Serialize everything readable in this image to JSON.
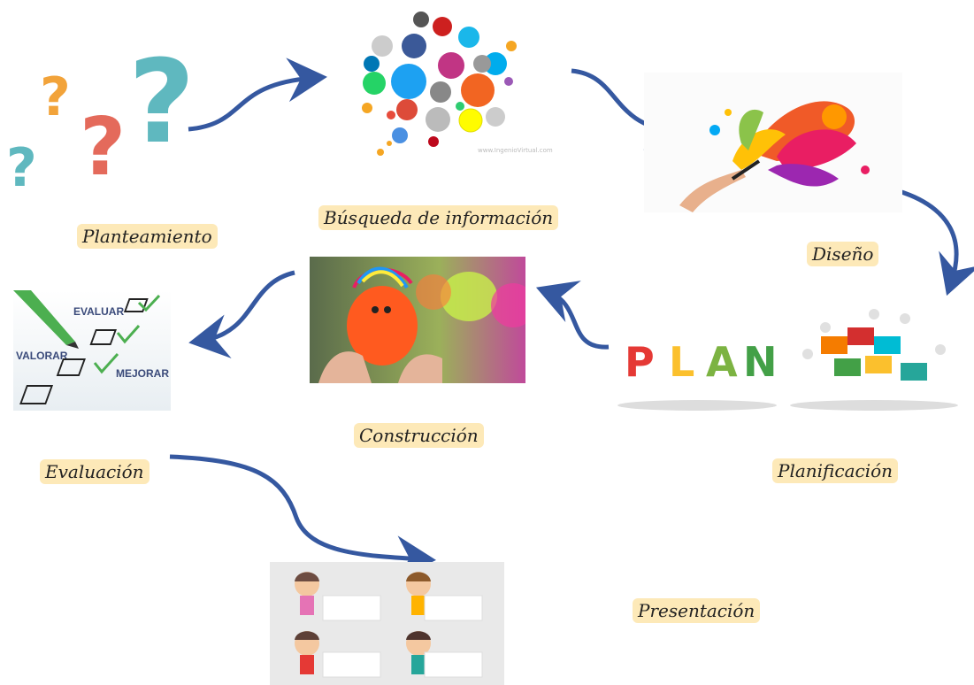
{
  "stages": {
    "planteamiento": "Planteamiento",
    "busqueda": "Búsqueda de información",
    "diseno": "Diseño",
    "planificacion": "Planificación",
    "construccion": "Construcción",
    "evaluacion": "Evaluación",
    "presentacion": "Presentación"
  },
  "images": {
    "social_watermark": "www.IngenioVirtual.com",
    "checklist_words": [
      "EVALUAR",
      "VALORAR",
      "MEJORAR"
    ],
    "plan_letters": [
      "P",
      "L",
      "A",
      "N"
    ]
  },
  "colors": {
    "arrow": "#3558a0",
    "label_bg": "#fde9b8"
  }
}
